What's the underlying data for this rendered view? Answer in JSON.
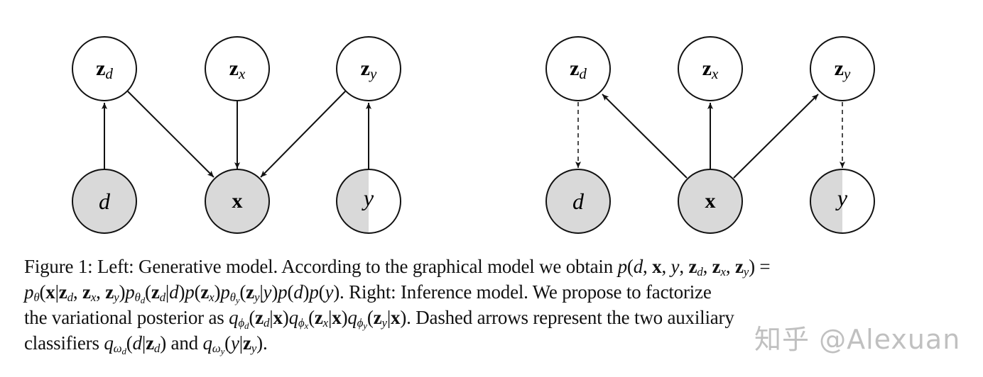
{
  "left_model": {
    "nodes": [
      {
        "id": "zd",
        "base": "z",
        "sub": "d",
        "observed": "none"
      },
      {
        "id": "zx",
        "base": "z",
        "sub": "x",
        "observed": "none"
      },
      {
        "id": "zy",
        "base": "z",
        "sub": "y",
        "observed": "none"
      },
      {
        "id": "d",
        "base": "d",
        "observed": "full"
      },
      {
        "id": "x",
        "base": "x",
        "observed": "full"
      },
      {
        "id": "y",
        "base": "y",
        "observed": "half"
      }
    ],
    "edges": [
      {
        "from": "d",
        "to": "zd",
        "style": "solid"
      },
      {
        "from": "zd",
        "to": "x",
        "style": "solid"
      },
      {
        "from": "zx",
        "to": "x",
        "style": "solid"
      },
      {
        "from": "zy",
        "to": "x",
        "style": "solid"
      },
      {
        "from": "y",
        "to": "zy",
        "style": "solid"
      }
    ]
  },
  "right_model": {
    "nodes": [
      {
        "id": "zd",
        "base": "z",
        "sub": "d",
        "observed": "none"
      },
      {
        "id": "zx",
        "base": "z",
        "sub": "x",
        "observed": "none"
      },
      {
        "id": "zy",
        "base": "z",
        "sub": "y",
        "observed": "none"
      },
      {
        "id": "d",
        "base": "d",
        "observed": "full"
      },
      {
        "id": "x",
        "base": "x",
        "observed": "full"
      },
      {
        "id": "y",
        "base": "y",
        "observed": "half"
      }
    ],
    "edges": [
      {
        "from": "x",
        "to": "zd",
        "style": "solid"
      },
      {
        "from": "x",
        "to": "zx",
        "style": "solid"
      },
      {
        "from": "x",
        "to": "zy",
        "style": "solid"
      },
      {
        "from": "zd",
        "to": "d",
        "style": "dashed"
      },
      {
        "from": "zy",
        "to": "y",
        "style": "dashed"
      }
    ]
  },
  "colors": {
    "observed_fill": "#d9d9d9",
    "stroke": "#111111"
  },
  "caption": {
    "l1_a": "Figure 1: Left: Generative model. According to the graphical model we obtain ",
    "l2_b": ". Right: Inference model. We propose to factorize",
    "l3_a": "the variational posterior as ",
    "l3_b": ". Dashed arrows represent the two auxiliary",
    "l4_a": "classifiers ",
    "l4_and": " and ",
    "l4_end": "."
  },
  "watermark": "知乎 @Alexuan"
}
